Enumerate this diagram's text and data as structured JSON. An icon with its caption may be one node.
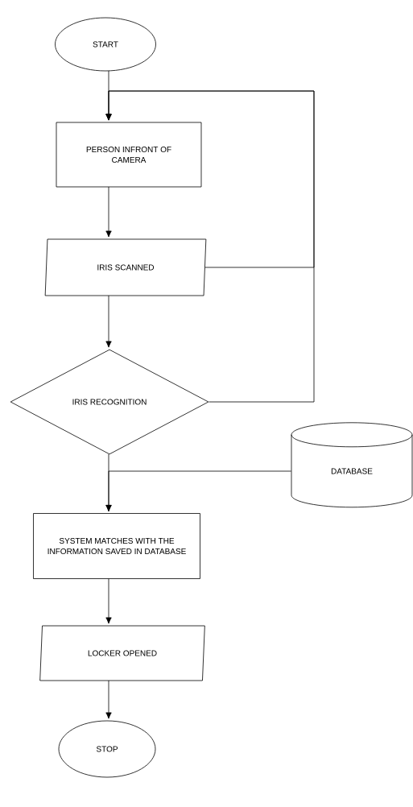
{
  "diagram": {
    "nodes": [
      {
        "text": [
          "START"
        ]
      },
      {
        "text": [
          "PERSON INFRONT OF CAMERA"
        ]
      },
      {
        "text": [
          "IRIS SCANNED"
        ]
      },
      {
        "text": [
          "IRIS RECOGNITION"
        ]
      },
      {
        "text": [
          "DATABASE"
        ]
      },
      {
        "text": [
          "SYSTEM MATCHES WITH THE INFORMATION SAVED IN DATABASE"
        ]
      },
      {
        "text": [
          "LOCKER OPENED"
        ]
      },
      {
        "text": [
          "STOP"
        ]
      }
    ],
    "edges": [
      {
        "from": 0,
        "to": 1,
        "arrow": "to"
      },
      {
        "from": 1,
        "to": 2,
        "arrow": "to"
      },
      {
        "from": 2,
        "to": 3,
        "arrow": "to"
      },
      {
        "from": 2,
        "to": 1,
        "arrow": "to"
      },
      {
        "from": 3,
        "to": 1,
        "arrow": "to"
      },
      {
        "from": 3,
        "to": 5,
        "arrow": "to"
      },
      {
        "from": 4,
        "to": 5,
        "arrow": "to"
      },
      {
        "from": 5,
        "to": 6,
        "arrow": "to"
      },
      {
        "from": 6,
        "to": 7,
        "arrow": "to"
      }
    ]
  }
}
